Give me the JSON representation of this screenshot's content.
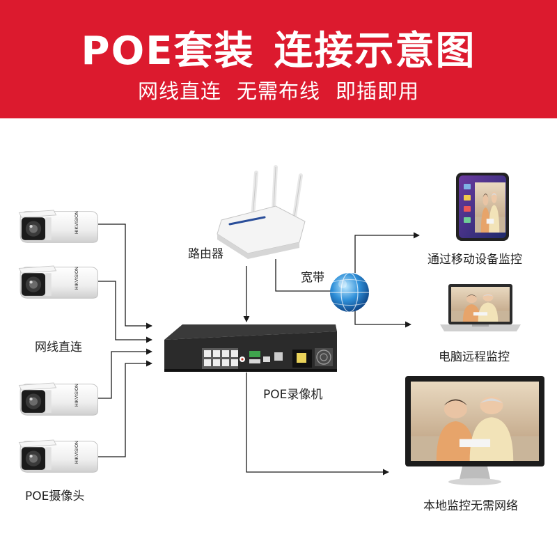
{
  "header": {
    "title_left": "POE套装",
    "title_right": "连接示意图",
    "sub_1": "网线直连",
    "sub_2": "无需布线",
    "sub_3": "即插即用"
  },
  "labels": {
    "router": "路由器",
    "broadband": "宽带",
    "nvr": "POE录像机",
    "direct_cable": "网线直连",
    "poe_camera": "POE摄像头",
    "mobile": "通过移动设备监控",
    "pc": "电脑远程监控",
    "local": "本地监控无需网络"
  },
  "camera_brand": "HIKVISION",
  "colors": {
    "banner": "#dc1a2e",
    "line": "#1a1a1a",
    "nvr_body": "#2a2a2a",
    "port_green": "#3fa34d"
  }
}
